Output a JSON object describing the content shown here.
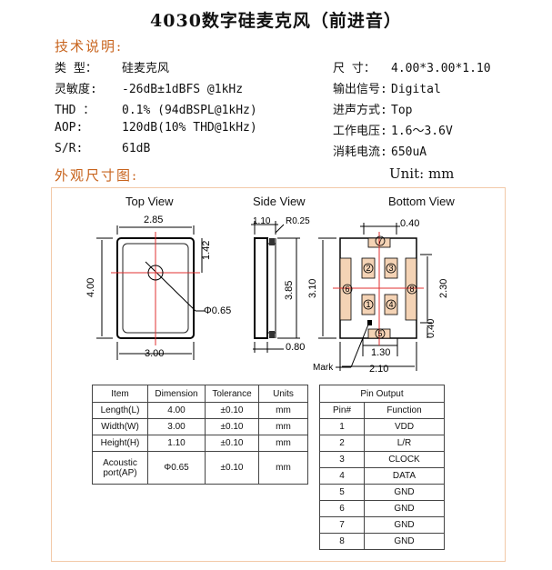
{
  "title": "4030数字硅麦克风（前进音）",
  "tech_heading": "技术说明:",
  "specs_left": [
    {
      "label": "类  型：",
      "value": "硅麦克风"
    },
    {
      "label": "灵敏度:",
      "value": "-26dB±1dBFS @1kHz"
    },
    {
      "label": "THD ：",
      "value": "0.1% (94dBSPL@1kHz)"
    },
    {
      "label": "AOP:",
      "value": "120dB(10% THD@1kHz)"
    },
    {
      "label": "S/R:",
      "value": "61dB"
    }
  ],
  "specs_right": [
    {
      "label": "尺  寸：",
      "value": "4.00*3.00*1.10"
    },
    {
      "label": "输出信号:",
      "value": "Digital"
    },
    {
      "label": "进声方式:",
      "value": "Top"
    },
    {
      "label": "工作电压:",
      "value": "1.6～3.6V"
    },
    {
      "label": "消耗电流:",
      "value": "650uA"
    }
  ],
  "dims_heading": "外观尺寸图:",
  "unit_label": "Unit: mm",
  "views": {
    "top": "Top View",
    "side": "Side View",
    "bottom": "Bottom View"
  },
  "drawing": {
    "top_w": "2.85",
    "top_h": "4.00",
    "top_r": "1.42",
    "top_hole": "Φ0.65",
    "top_bottom": "3.00",
    "side_t": "1.10",
    "side_r": "R0.25",
    "side_h": "3.85",
    "side_b": "0.80",
    "bot_top": "0.40",
    "bot_left": "3.10",
    "bot_right": "2.30",
    "bot_rightb": "0.40",
    "bot_mid": "1.30",
    "bot_bottom": "2.10",
    "mark": "Mark",
    "pins": [
      "1",
      "2",
      "3",
      "4",
      "5",
      "6",
      "7",
      "8"
    ]
  },
  "dim_table": {
    "headers": [
      "Item",
      "Dimension",
      "Tolerance",
      "Units"
    ],
    "rows": [
      [
        "Length(L)",
        "4.00",
        "±0.10",
        "mm"
      ],
      [
        "Width(W)",
        "3.00",
        "±0.10",
        "mm"
      ],
      [
        "Height(H)",
        "1.10",
        "±0.10",
        "mm"
      ],
      [
        "Acoustic port(AP)",
        "Φ0.65",
        "±0.10",
        "mm"
      ]
    ]
  },
  "pin_table": {
    "title": "Pin Output",
    "headers": [
      "Pin#",
      "Function"
    ],
    "rows": [
      [
        "1",
        "VDD"
      ],
      [
        "2",
        "L/R"
      ],
      [
        "3",
        "CLOCK"
      ],
      [
        "4",
        "DATA"
      ],
      [
        "5",
        "GND"
      ],
      [
        "6",
        "GND"
      ],
      [
        "7",
        "GND"
      ],
      [
        "8",
        "GND"
      ]
    ]
  }
}
